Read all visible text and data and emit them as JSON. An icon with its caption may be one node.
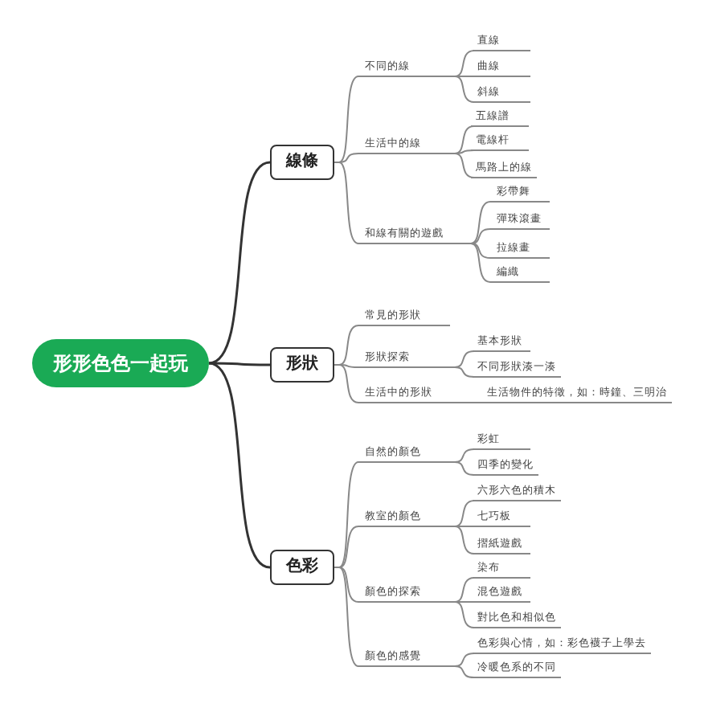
{
  "diagram": {
    "nodes": [
      {
        "text": [
          "形形色色一起玩"
        ]
      },
      {
        "text": [
          "線條"
        ]
      },
      {
        "text": [
          "不同的線"
        ]
      },
      {
        "text": [
          "直線"
        ]
      },
      {
        "text": [
          "曲線"
        ]
      },
      {
        "text": [
          "斜線"
        ]
      },
      {
        "text": [
          "生活中的線"
        ]
      },
      {
        "text": [
          "五線譜"
        ]
      },
      {
        "text": [
          "電線杆"
        ]
      },
      {
        "text": [
          "馬路上的線"
        ]
      },
      {
        "text": [
          "和線有關的遊戲"
        ]
      },
      {
        "text": [
          "彩帶舞"
        ]
      },
      {
        "text": [
          "彈珠滾畫"
        ]
      },
      {
        "text": [
          "拉線畫"
        ]
      },
      {
        "text": [
          "編織"
        ]
      },
      {
        "text": [
          "形狀"
        ]
      },
      {
        "text": [
          "常見的形狀"
        ]
      },
      {
        "text": [
          "形狀探索"
        ]
      },
      {
        "text": [
          "基本形狀"
        ]
      },
      {
        "text": [
          "不同形狀湊一湊"
        ]
      },
      {
        "text": [
          "生活中的形狀"
        ]
      },
      {
        "text": [
          "生活物件的特徵，如：時鐘、三明治"
        ]
      },
      {
        "text": [
          "色彩"
        ]
      },
      {
        "text": [
          "自然的顏色"
        ]
      },
      {
        "text": [
          "彩虹"
        ]
      },
      {
        "text": [
          "四季的變化"
        ]
      },
      {
        "text": [
          "教室的顏色"
        ]
      },
      {
        "text": [
          "六形六色的積木"
        ]
      },
      {
        "text": [
          "七巧板"
        ]
      },
      {
        "text": [
          "摺紙遊戲"
        ]
      },
      {
        "text": [
          "顏色的探索"
        ]
      },
      {
        "text": [
          "染布"
        ]
      },
      {
        "text": [
          "混色遊戲"
        ]
      },
      {
        "text": [
          "對比色和相似色"
        ]
      },
      {
        "text": [
          "顏色的感覺"
        ]
      },
      {
        "text": [
          "色彩與心情，如：彩色襪子上學去"
        ]
      },
      {
        "text": [
          "冷暖色系的不同"
        ]
      }
    ],
    "edges": [
      {
        "from": 0,
        "to": 1,
        "arrow": "none"
      },
      {
        "from": 1,
        "to": 2,
        "arrow": "none"
      },
      {
        "from": 2,
        "to": 3,
        "arrow": "none"
      },
      {
        "from": 2,
        "to": 4,
        "arrow": "none"
      },
      {
        "from": 2,
        "to": 5,
        "arrow": "none"
      },
      {
        "from": 1,
        "to": 6,
        "arrow": "none"
      },
      {
        "from": 6,
        "to": 7,
        "arrow": "none"
      },
      {
        "from": 6,
        "to": 8,
        "arrow": "none"
      },
      {
        "from": 6,
        "to": 9,
        "arrow": "none"
      },
      {
        "from": 1,
        "to": 10,
        "arrow": "none"
      },
      {
        "from": 10,
        "to": 11,
        "arrow": "none"
      },
      {
        "from": 10,
        "to": 12,
        "arrow": "none"
      },
      {
        "from": 10,
        "to": 13,
        "arrow": "none"
      },
      {
        "from": 10,
        "to": 14,
        "arrow": "none"
      },
      {
        "from": 0,
        "to": 15,
        "arrow": "none"
      },
      {
        "from": 15,
        "to": 16,
        "arrow": "none"
      },
      {
        "from": 15,
        "to": 17,
        "arrow": "none"
      },
      {
        "from": 17,
        "to": 18,
        "arrow": "none"
      },
      {
        "from": 17,
        "to": 19,
        "arrow": "none"
      },
      {
        "from": 15,
        "to": 20,
        "arrow": "none"
      },
      {
        "from": 20,
        "to": 21,
        "arrow": "none"
      },
      {
        "from": 0,
        "to": 22,
        "arrow": "none"
      },
      {
        "from": 22,
        "to": 23,
        "arrow": "none"
      },
      {
        "from": 23,
        "to": 24,
        "arrow": "none"
      },
      {
        "from": 23,
        "to": 25,
        "arrow": "none"
      },
      {
        "from": 22,
        "to": 26,
        "arrow": "none"
      },
      {
        "from": 26,
        "to": 27,
        "arrow": "none"
      },
      {
        "from": 26,
        "to": 28,
        "arrow": "none"
      },
      {
        "from": 26,
        "to": 29,
        "arrow": "none"
      },
      {
        "from": 22,
        "to": 30,
        "arrow": "none"
      },
      {
        "from": 30,
        "to": 31,
        "arrow": "none"
      },
      {
        "from": 30,
        "to": 32,
        "arrow": "none"
      },
      {
        "from": 30,
        "to": 33,
        "arrow": "none"
      },
      {
        "from": 22,
        "to": 34,
        "arrow": "none"
      },
      {
        "from": 34,
        "to": 35,
        "arrow": "none"
      },
      {
        "from": 34,
        "to": 36,
        "arrow": "none"
      }
    ]
  }
}
